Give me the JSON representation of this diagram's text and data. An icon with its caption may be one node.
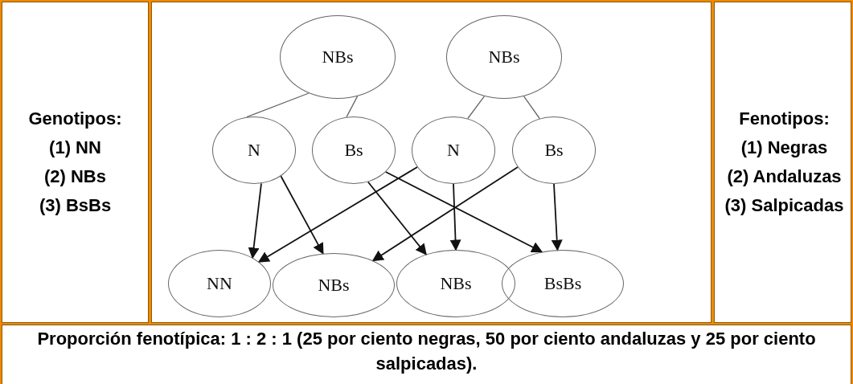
{
  "diagram": {
    "nodes": [
      {
        "text": [
          "NBs"
        ]
      },
      {
        "text": [
          "NBs"
        ]
      },
      {
        "text": [
          "N"
        ]
      },
      {
        "text": [
          "Bs"
        ]
      },
      {
        "text": [
          "N"
        ]
      },
      {
        "text": [
          "Bs"
        ]
      },
      {
        "text": [
          "NN"
        ]
      },
      {
        "text": [
          "NBs"
        ]
      },
      {
        "text": [
          "NBs"
        ]
      },
      {
        "text": [
          "BsBs"
        ]
      }
    ],
    "edges": [
      {
        "from": 0,
        "to": 2,
        "arrow": "none"
      },
      {
        "from": 0,
        "to": 3,
        "arrow": "none"
      },
      {
        "from": 1,
        "to": 4,
        "arrow": "none"
      },
      {
        "from": 1,
        "to": 5,
        "arrow": "none"
      },
      {
        "from": 2,
        "to": 6,
        "arrow": "to"
      },
      {
        "from": 2,
        "to": 7,
        "arrow": "to"
      },
      {
        "from": 3,
        "to": 8,
        "arrow": "to"
      },
      {
        "from": 3,
        "to": 9,
        "arrow": "to"
      },
      {
        "from": 4,
        "to": 6,
        "arrow": "to"
      },
      {
        "from": 4,
        "to": 8,
        "arrow": "to"
      },
      {
        "from": 5,
        "to": 7,
        "arrow": "to"
      },
      {
        "from": 5,
        "to": 9,
        "arrow": "to"
      }
    ],
    "labels": [
      "Genotipos:",
      "(1) NN",
      "(2) NBs",
      "(3) BsBs",
      "Fenotipos:",
      "(1) Negras",
      "(2) Andaluzas",
      "(3) Salpicadas",
      "Proporción fenotípica:  1 : 2 : 1 (25 por ciento negras, 50 por ciento andaluzas y 25 por ciento salpicadas)."
    ]
  }
}
